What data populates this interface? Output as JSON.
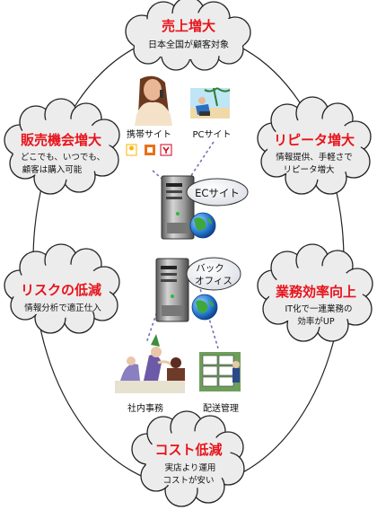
{
  "clouds": {
    "top": {
      "title": "売上増大",
      "desc": [
        "日本全国が顧客対象"
      ]
    },
    "left_upper": {
      "title": "販売機会増大",
      "desc": [
        "どこでも、いつでも、",
        "顧客は購入可能"
      ]
    },
    "right_upper": {
      "title": "リピータ増大",
      "desc": [
        "情報提供、手軽さで",
        "リピータ増大"
      ]
    },
    "left_lower": {
      "title": "リスクの低減",
      "desc": [
        "情報分析で適正仕入"
      ]
    },
    "right_lower": {
      "title": "業務効率向上",
      "desc": [
        "IT化で一連業務の",
        "効率がUP"
      ]
    },
    "bottom": {
      "title": "コスト低減",
      "desc": [
        "実店より運用",
        "コストが安い"
      ]
    }
  },
  "servers": {
    "ec": {
      "label": "ECサイト"
    },
    "back": {
      "label": [
        "バック",
        "オフィス"
      ]
    }
  },
  "clients": {
    "mobile": "携帯サイト",
    "pc": "PCサイト",
    "office": "社内事務",
    "shipping": "配送管理"
  },
  "colors": {
    "title_red": "#e8131b",
    "ring_stroke": "#222222",
    "cloud_fill": "#ececec",
    "connector": "#7a6fb5"
  }
}
